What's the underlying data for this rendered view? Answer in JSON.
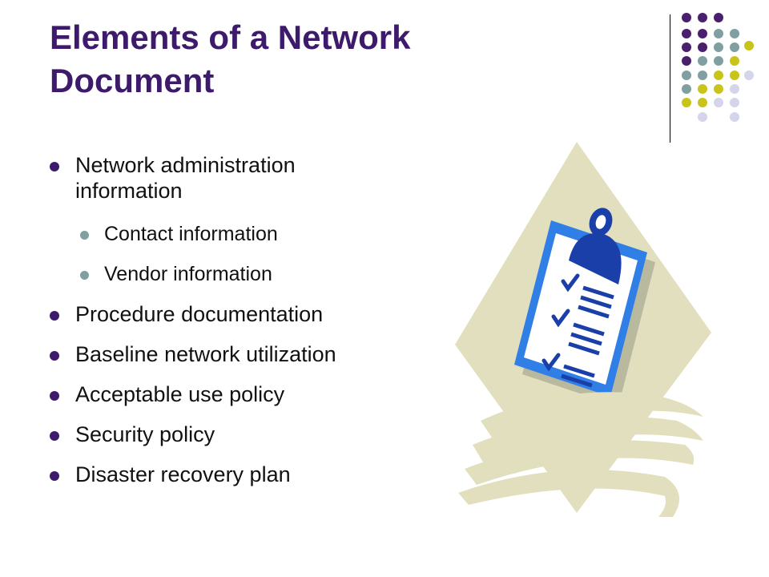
{
  "slide": {
    "title_line1": "Elements of a Network",
    "title_line2": "Document",
    "bullets": {
      "b1_line1": "Network administration",
      "b1_line2": "information",
      "sub1": "Contact information",
      "sub2": "Vendor information",
      "b2": "Procedure documentation",
      "b3": "Baseline network utilization",
      "b4": "Acceptable use policy",
      "b5": "Security policy",
      "b6": "Disaster recovery plan"
    },
    "colors": {
      "title": "#3d1a6b",
      "bullet_primary": "#3d1a6b",
      "bullet_secondary": "#7f9fa0",
      "dot_purple": "#4a1f6e",
      "dot_teal": "#7f9fa0",
      "dot_olive": "#c9c41a",
      "dot_lavender": "#d4d4ea"
    },
    "icons": [
      "dot-grid-decoration",
      "clipboard-checklist-icon"
    ]
  }
}
